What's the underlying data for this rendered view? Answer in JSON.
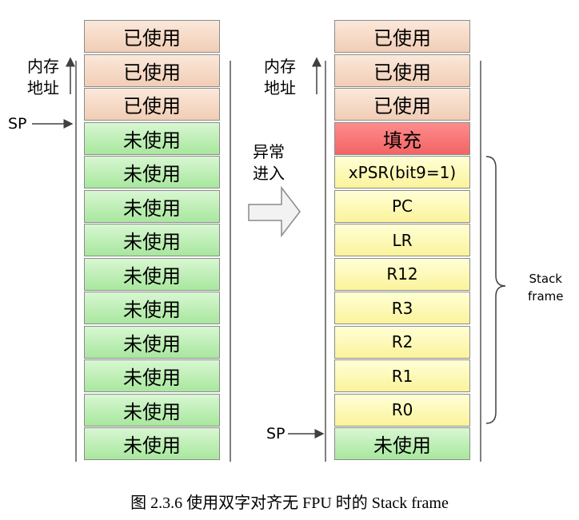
{
  "left_stack": {
    "cells": [
      {
        "text": "已使用",
        "state": "used"
      },
      {
        "text": "已使用",
        "state": "used"
      },
      {
        "text": "已使用",
        "state": "used"
      },
      {
        "text": "未使用",
        "state": "unused"
      },
      {
        "text": "未使用",
        "state": "unused"
      },
      {
        "text": "未使用",
        "state": "unused"
      },
      {
        "text": "未使用",
        "state": "unused"
      },
      {
        "text": "未使用",
        "state": "unused"
      },
      {
        "text": "未使用",
        "state": "unused"
      },
      {
        "text": "未使用",
        "state": "unused"
      },
      {
        "text": "未使用",
        "state": "unused"
      },
      {
        "text": "未使用",
        "state": "unused"
      },
      {
        "text": "未使用",
        "state": "unused"
      }
    ]
  },
  "right_stack": {
    "cells": [
      {
        "text": "已使用",
        "state": "used"
      },
      {
        "text": "已使用",
        "state": "used"
      },
      {
        "text": "已使用",
        "state": "used"
      },
      {
        "text": "填充",
        "state": "pad"
      },
      {
        "text": "xPSR(bit9=1)",
        "state": "frame"
      },
      {
        "text": "PC",
        "state": "frame"
      },
      {
        "text": "LR",
        "state": "frame"
      },
      {
        "text": "R12",
        "state": "frame"
      },
      {
        "text": "R3",
        "state": "frame"
      },
      {
        "text": "R2",
        "state": "frame"
      },
      {
        "text": "R1",
        "state": "frame"
      },
      {
        "text": "R0",
        "state": "frame"
      },
      {
        "text": "未使用",
        "state": "unused"
      }
    ]
  },
  "labels": {
    "mem_addr_line1": "内存",
    "mem_addr_line2": "地址",
    "sp": "SP",
    "exception_line1": "异常",
    "exception_line2": "进入",
    "stack_frame_line1": "Stack",
    "stack_frame_line2": "frame"
  },
  "caption": "图 2.3.6  使用双字对齐无 FPU 时的 Stack frame",
  "colors": {
    "used": "#f4d8c4",
    "unused": "#c2f0b9",
    "pad": "#f87878",
    "frame": "#fbf6b4",
    "border": "#8c8c8c"
  }
}
